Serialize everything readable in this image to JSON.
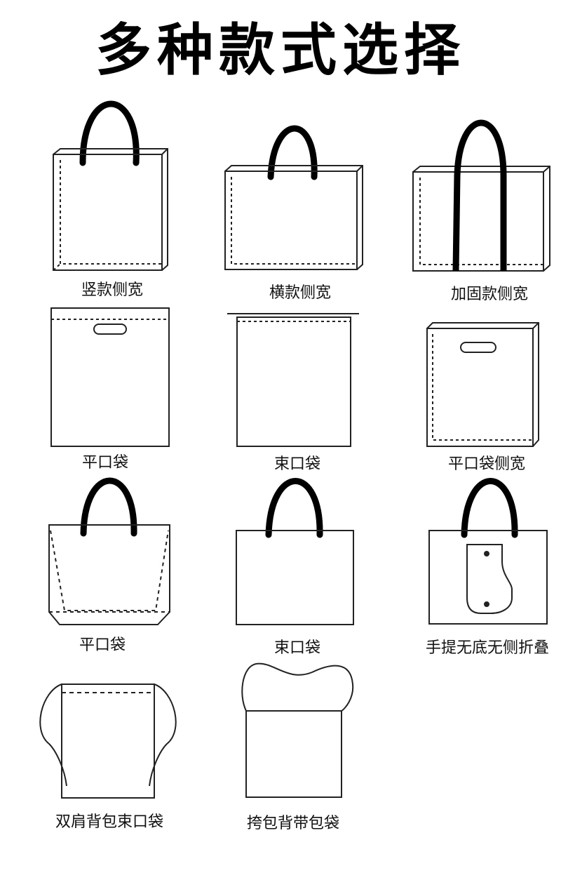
{
  "title": "多种款式选择",
  "bags": [
    {
      "label": "竖款侧宽"
    },
    {
      "label": "横款侧宽"
    },
    {
      "label": "加固款侧宽"
    },
    {
      "label": "平口袋"
    },
    {
      "label": "束口袋"
    },
    {
      "label": "平口袋侧宽"
    },
    {
      "label": "平口袋"
    },
    {
      "label": "束口袋"
    },
    {
      "label": "手提无底无侧折叠"
    },
    {
      "label": "双肩背包束口袋"
    },
    {
      "label": "挎包背带包袋"
    }
  ],
  "colors": {
    "line": "#222222",
    "handle": "#000000",
    "background": "#ffffff"
  }
}
